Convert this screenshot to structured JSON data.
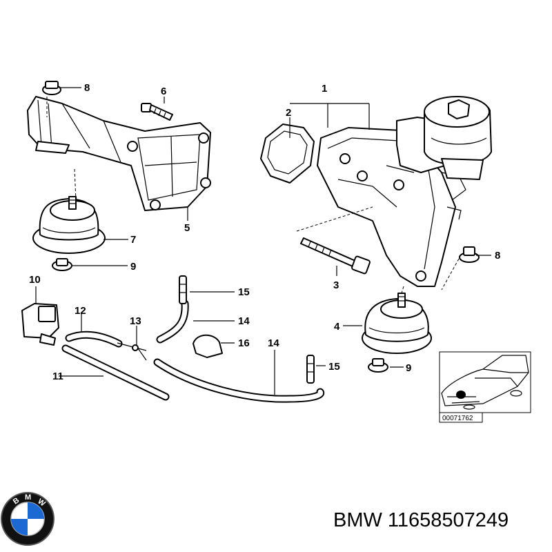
{
  "callouts": {
    "c1": "1",
    "c2": "2",
    "c3": "3",
    "c4": "4",
    "c5": "5",
    "c6": "6",
    "c7": "7",
    "c8a": "8",
    "c8b": "8",
    "c9a": "9",
    "c9b": "9",
    "c10": "10",
    "c11": "11",
    "c12": "12",
    "c13": "13",
    "c14a": "14",
    "c14b": "14",
    "c15a": "15",
    "c15b": "15",
    "c16": "16"
  },
  "inset": {
    "ref_number": "00071762"
  },
  "logo": {
    "brand_letters": "BMW",
    "colors": {
      "blue": "#1c69d4",
      "ring": "#000000"
    }
  },
  "caption": "BMW 11658507249"
}
